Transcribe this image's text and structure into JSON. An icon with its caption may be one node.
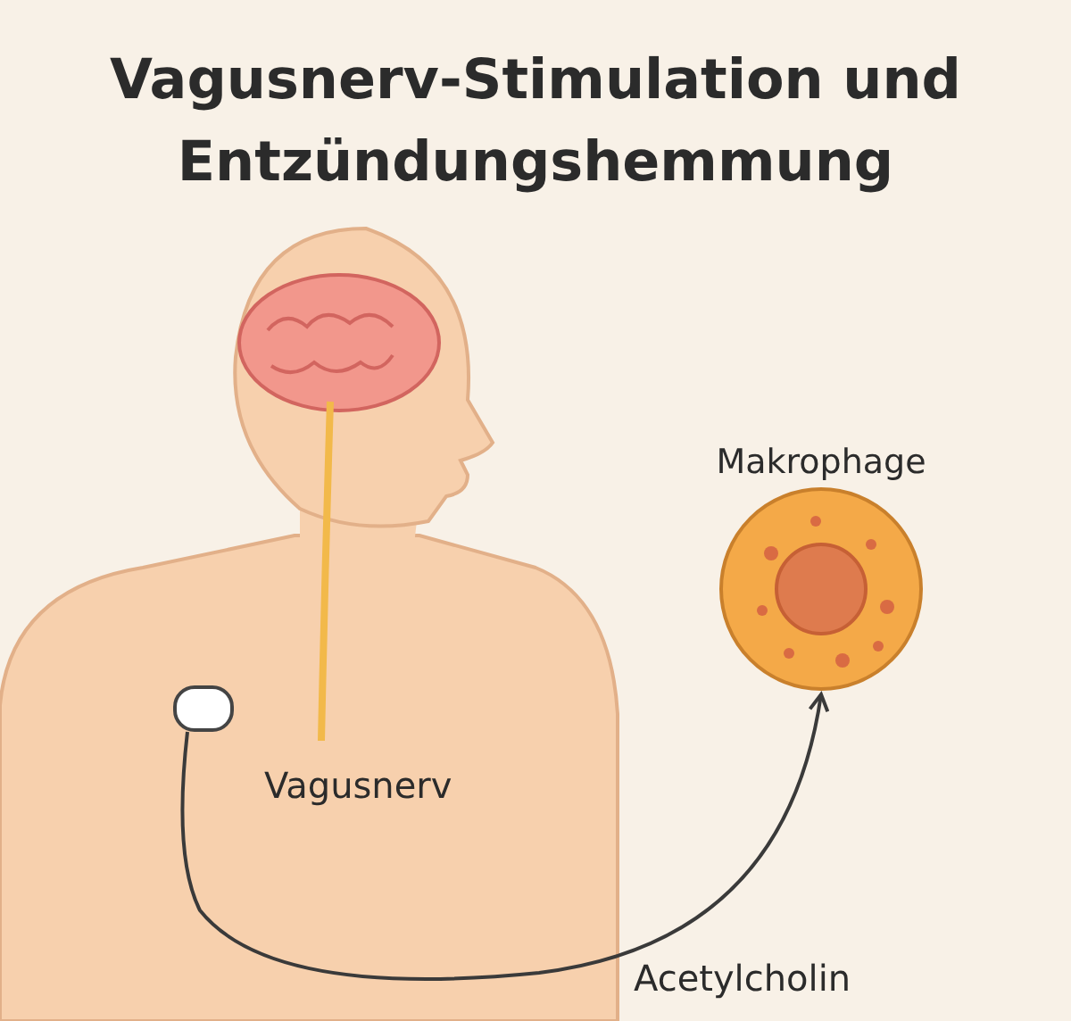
{
  "diagram": {
    "title": "Vagusnerv-Stimulation und Entzündungshemmung",
    "nodes": [
      {
        "text": [],
        "shape": "box"
      },
      {
        "text": [
          "Makrophage"
        ]
      }
    ],
    "edges": [
      {
        "from": 0,
        "to": 1,
        "arrow": "to",
        "label": "Acetylcholin"
      }
    ],
    "labels": [
      "Vagusnerv"
    ]
  }
}
